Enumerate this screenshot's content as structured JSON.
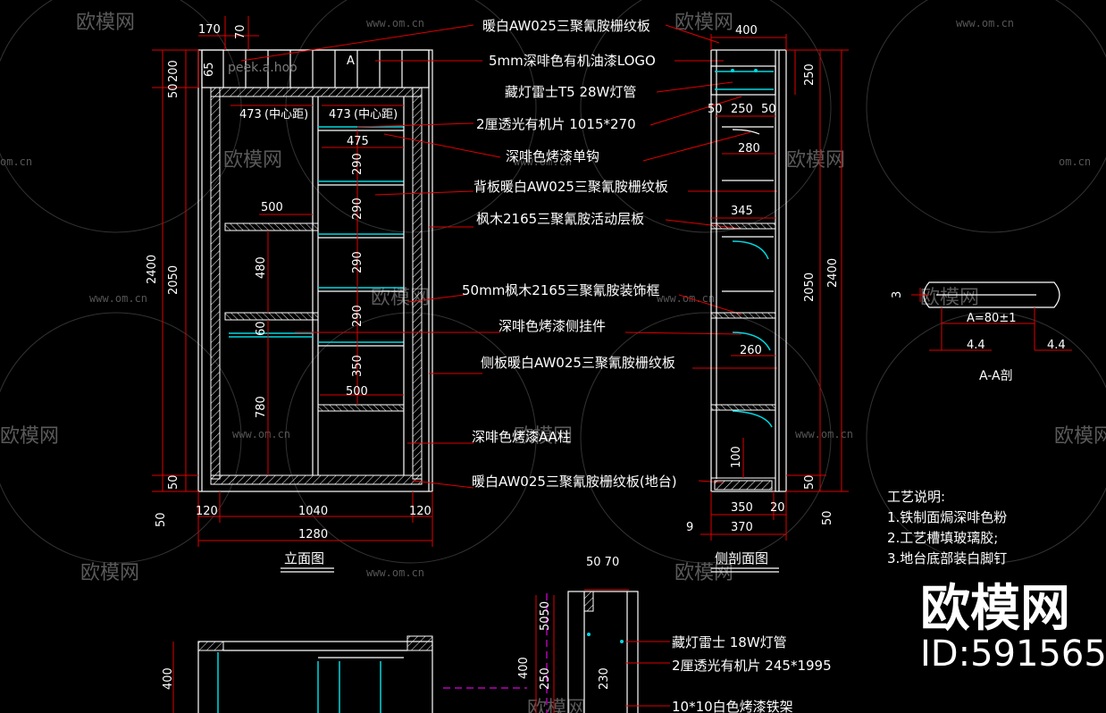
{
  "watermark": {
    "site": "www.om.cn",
    "site_short": "om.cn",
    "brand": "欧模网",
    "brand_big": "欧模网",
    "id": "ID:591565"
  },
  "drawing": {
    "elevation_title": "立面图",
    "section_title": "侧剖面图",
    "aa_title": "A-A剖",
    "section_marker": "A",
    "faint_text": "peek.a.hoo"
  },
  "callouts": [
    "暖白AW025三聚氰胺栅纹板",
    "5mm深啡色有机油漆LOGO",
    "藏灯雷士T5 28W灯管",
    "2厘透光有机片 1015*270",
    "深啡色烤漆单钩",
    "背板暖白AW025三聚氰胺栅纹板",
    "枫木2165三聚氰胺活动层板",
    "50mm枫木2165三聚氰胺装饰框",
    "深啡色烤漆侧挂件",
    "侧板暖白AW025三聚氰胺栅纹板",
    "深啡色烤漆AA柱",
    "暖白AW025三聚氰胺栅纹板(地台)"
  ],
  "elevation_dims": {
    "top_170": "170",
    "top_70": "70",
    "left_200": "200",
    "left_50a": "50",
    "left_65": "65",
    "left_2400": "2400",
    "left_2050": "2050",
    "left_50b": "50",
    "left_50c": "50",
    "c473a": "473",
    "c473b": "473",
    "center_note": "(中心距)",
    "w475": "475",
    "v290a": "290",
    "v290b": "290",
    "v290c": "290",
    "v290d": "290",
    "v350": "350",
    "w500a": "500",
    "v480": "480",
    "v60": "60",
    "v780": "780",
    "w500b": "500",
    "b120a": "120",
    "b1040": "1040",
    "b120b": "120",
    "b1280": "1280"
  },
  "section_dims": {
    "s400": "400",
    "s250": "250",
    "s50a": "50",
    "s250b": "250",
    "s50b": "50",
    "s280": "280",
    "s345": "345",
    "s2050": "2050",
    "s2400": "2400",
    "s260": "260",
    "s100": "100",
    "s50c": "50",
    "s50d": "50",
    "s350": "350",
    "s20": "20",
    "s9": "9",
    "s370": "370"
  },
  "aa_dims": {
    "d3": "3",
    "a80": "A=80±1",
    "d44a": "4.4",
    "d44b": "4.4"
  },
  "notes": {
    "title": "工艺说明:",
    "items": [
      "1.铁制面焗深啡色粉",
      "2.工艺槽填玻璃胶;",
      "3.地台底部装白脚钉"
    ]
  },
  "lower": {
    "d5070": "50 70",
    "d5050": "5050",
    "d400a": "400",
    "d400b": "400",
    "d250": "250",
    "d230": "230",
    "callouts": [
      "藏灯雷士 18W灯管",
      "2厘透光有机片 245*1995",
      "10*10白色烤漆铁架"
    ]
  }
}
